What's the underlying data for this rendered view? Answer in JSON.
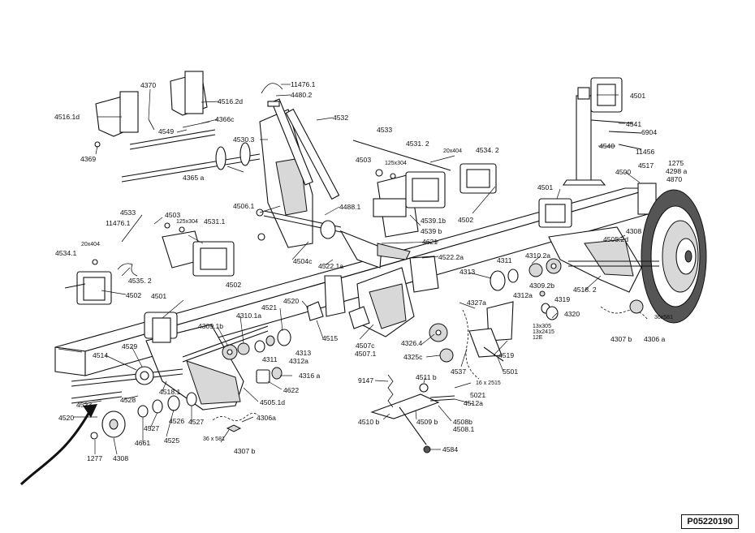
{
  "diagram": {
    "reference_code": "P05220190",
    "labels": {
      "l4516_1d": "4516.1d",
      "l4370": "4370",
      "l4516_2d": "4516.2d",
      "l4549": "4549",
      "l4366c": "4366c",
      "l4369": "4369",
      "l4365a": "4365 a",
      "l11476_1a": "11476.1",
      "l4480_2": "4480.2",
      "l4532": "4532",
      "l4530_3": "4530.3",
      "l4533a": "4533",
      "l4531_2": "4531. 2",
      "l4503a": "4503",
      "l125x304a": "125x304",
      "l20x404a": "20x404",
      "l4534_2": "4534. 2",
      "l4506_1": "4506.1",
      "l4488_1": "4488.1",
      "l4539_1b": "4539.1b",
      "l4539b": "4539 b",
      "l4502a": "4502",
      "l4621": "4621",
      "l4504c": "4504c",
      "l4522_1a": "4522.1a",
      "l4522_2a": "4522.2a",
      "l4533b": "4533",
      "l11476_1b": "11476.1",
      "l4503b": "4503",
      "l125x304b": "125x304",
      "l4531_1": "4531.1",
      "l20x404b": "20x404",
      "l4534_1": "4534.1",
      "l4535_2": "4535. 2",
      "l4502b": "4502",
      "l4502c": "4502",
      "l4501a": "4501",
      "l4541": "4541",
      "l6904": "6904",
      "l4540": "4540",
      "l11456": "11456",
      "l4500": "4500",
      "l4517": "4517",
      "l1275": "1275",
      "l4298a": "4298 a",
      "l4870": "4870",
      "l4501b": "4501",
      "l4308a": "4308",
      "l4505_2d": "4505.2d",
      "l4313a": "4313",
      "l4311a": "4311",
      "l4310_2a": "4310.2a",
      "l4312a_a": "4312a",
      "l4309_2b": "4309.2b",
      "l4518_2": "4518. 2",
      "l4319": "4319",
      "l4320": "4320",
      "l13x305": "13x305",
      "l13x2415": "13x2415",
      "l12E": "12E",
      "l4307b_a": "4307 b",
      "l4306a_a": "4306 a",
      "l36x581a": "36x581",
      "l4501c": "4501",
      "l4514": "4514",
      "l4529": "4529",
      "l4309_1b": "4309.1b",
      "l4310_1a": "4310.1a",
      "l4521": "4521",
      "l4520a": "4520",
      "l4515": "4515",
      "l4507c": "4507c",
      "l4507_1": "4507.1",
      "l4327a": "4327a",
      "l4326_4": "4326.4",
      "l4325c": "4325c",
      "l4537": "4537",
      "l5501": "5501",
      "l4519": "4519",
      "l4311b": "4311",
      "l4313b": "4313",
      "l4312a_b": "4312a",
      "l4316a": "4316 a",
      "l4622": "4622",
      "l4518_1": "4518.1",
      "l4528": "4528",
      "l4505_1d": "4505.1d",
      "l4523": "4523",
      "l4520b": "4520",
      "l4526": "4526",
      "l4527a": "4527",
      "l4527b": "4527",
      "l4306a_b": "4306a",
      "l4525": "4525",
      "l4661": "4661",
      "l36x581b": "36 x 581",
      "l4307b_b": "4307 b",
      "l1277": "1277",
      "l4308b": "4308",
      "l9147": "9147",
      "l4511b": "4511 b",
      "l16x2515": "16 x 2515",
      "l5021": "5021",
      "l4512a": "4512a",
      "l4510b": "4510 b",
      "l4509b": "4509 b",
      "l4508b": "4508b",
      "l4508_1": "4508.1",
      "l4584": "4584"
    }
  }
}
